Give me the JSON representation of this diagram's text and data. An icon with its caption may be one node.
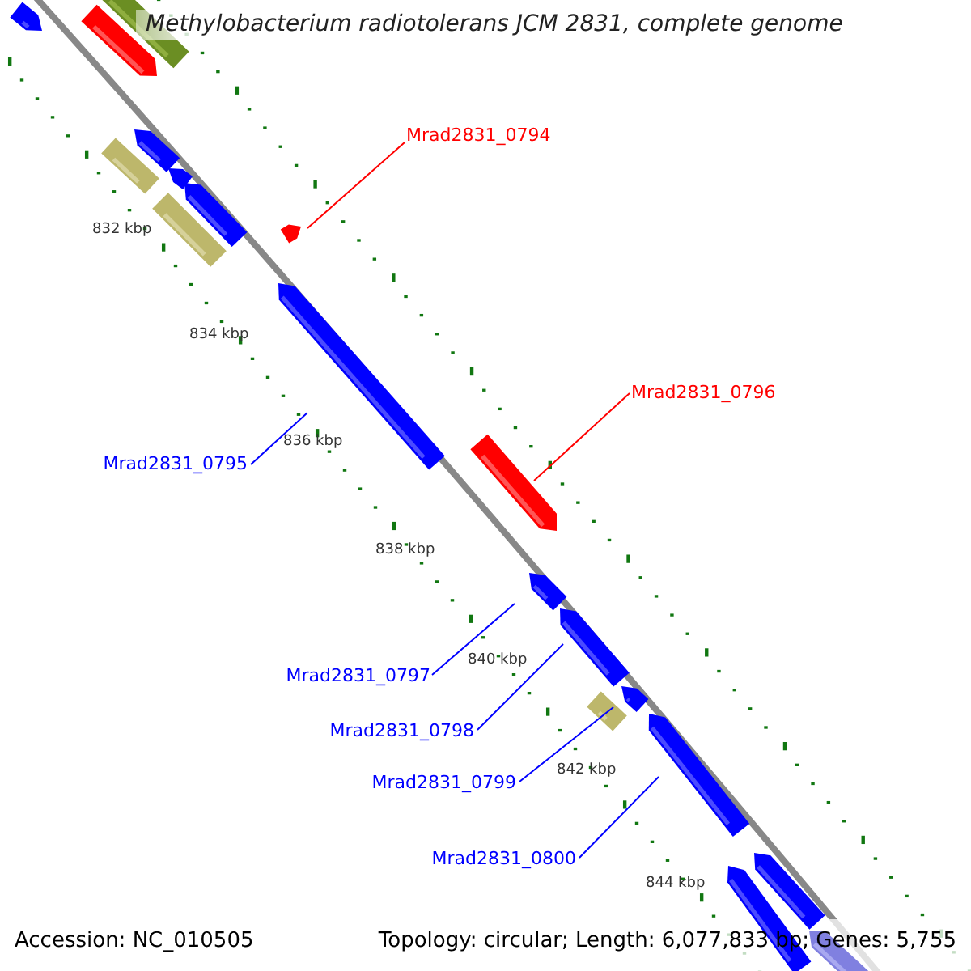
{
  "diagram": {
    "title": "Methylobacterium radiotolerans JCM 2831, complete genome",
    "nodes": [
      {
        "text": [
          "Mrad2831_0794"
        ]
      },
      {
        "text": [
          "Mrad2831_0796"
        ]
      },
      {
        "text": [
          "Mrad2831_0795"
        ]
      },
      {
        "text": [
          "Mrad2831_0797"
        ]
      },
      {
        "text": [
          "Mrad2831_0798"
        ]
      },
      {
        "text": [
          "Mrad2831_0799"
        ]
      },
      {
        "text": [
          "Mrad2831_0800"
        ]
      },
      {
        "text": [],
        "shape": "bar"
      },
      {
        "text": [],
        "shape": "bar"
      },
      {
        "text": [],
        "shape": "bar"
      },
      {
        "text": [],
        "shape": "bar"
      },
      {
        "text": [],
        "shape": "bar"
      },
      {
        "text": [],
        "shape": "bar"
      },
      {
        "text": [],
        "shape": "bar"
      },
      {
        "text": [],
        "shape": "bar"
      },
      {
        "text": [],
        "shape": "bar"
      },
      {
        "text": [],
        "shape": "bar"
      },
      {
        "text": [],
        "shape": "bar"
      },
      {
        "text": [],
        "shape": "bar"
      },
      {
        "text": [],
        "shape": "bar"
      },
      {
        "text": [],
        "shape": "bar"
      },
      {
        "text": [],
        "shape": "bar"
      },
      {
        "text": [],
        "shape": "bar"
      },
      {
        "text": [],
        "shape": "bar"
      },
      {
        "text": [],
        "shape": "bar"
      },
      {
        "text": [],
        "shape": "bar"
      }
    ],
    "edges": [
      {
        "from": 0,
        "to": 15,
        "arrow": "none",
        "color": "#ff0000"
      },
      {
        "from": 1,
        "to": 17,
        "arrow": "none",
        "color": "#ff0000"
      },
      {
        "from": 2,
        "to": 16,
        "arrow": "none"
      },
      {
        "from": 3,
        "to": 18,
        "arrow": "none"
      },
      {
        "from": 4,
        "to": 19,
        "arrow": "none"
      },
      {
        "from": 5,
        "to": 20,
        "arrow": "none"
      },
      {
        "from": 6,
        "to": 22,
        "arrow": "none"
      }
    ],
    "labels": [
      "832 kbp",
      "834 kbp",
      "836 kbp",
      "838 kbp",
      "840 kbp",
      "842 kbp",
      "844 kbp",
      "Accession: NC_010505",
      "Topology: circular; Length: 6,077,833 bp; Genes: 5,755"
    ]
  }
}
